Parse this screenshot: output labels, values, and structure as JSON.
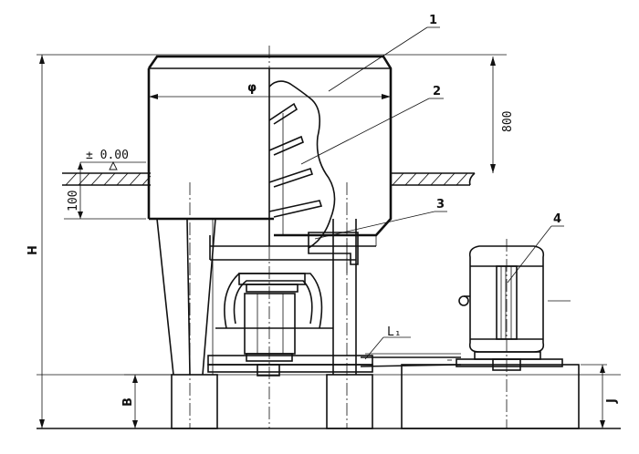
{
  "labels": {
    "part1": "1",
    "part2": "2",
    "part3": "3",
    "part4": "4",
    "diameter": "φ",
    "level": "± 0.00",
    "dim_800": "800",
    "dim_100": "100",
    "dim_H": "H",
    "dim_B": "B",
    "dim_J": "J",
    "dim_L1": "L₁"
  }
}
